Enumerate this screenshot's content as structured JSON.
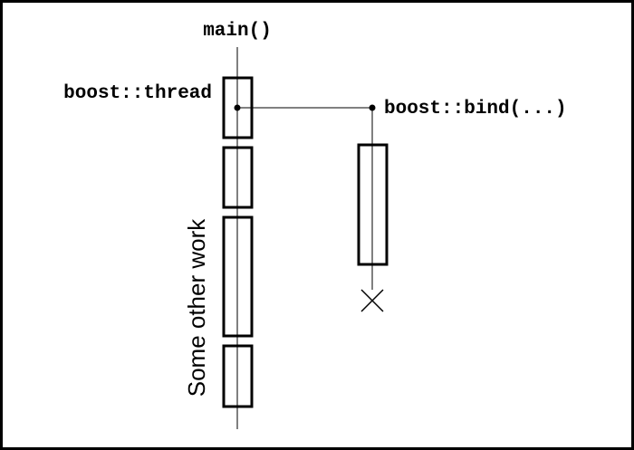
{
  "diagram": {
    "main_label": "main()",
    "thread_label": "boost::thread",
    "bind_label": "boost::bind(...)",
    "side_label": "Some other work"
  }
}
